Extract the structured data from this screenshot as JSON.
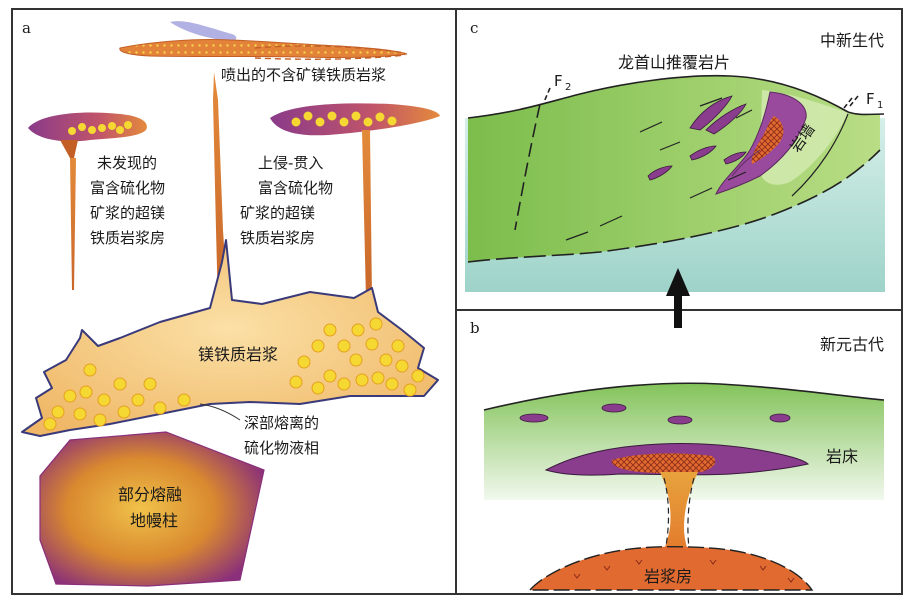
{
  "panel_a": {
    "letter": "a",
    "erupted_magma": "喷出的不含矿镁铁质岩浆",
    "undiscovered_chamber": [
      "未发现的",
      "富含硫化物",
      "矿浆的超镁",
      "铁质岩浆房"
    ],
    "intruded_chamber": [
      "上侵-贯入",
      "富含硫化物",
      "矿浆的超镁",
      "铁质岩浆房"
    ],
    "mafic_magma": "镁铁质岩浆",
    "sulfide_liquid": [
      "深部熔离的",
      "硫化物液相"
    ],
    "mantle_plume": [
      "部分熔融",
      "地幔柱"
    ]
  },
  "panel_b": {
    "letter": "b",
    "era": "新元古代",
    "sill": "岩床",
    "magma_chamber": "岩浆房"
  },
  "panel_c": {
    "letter": "c",
    "era": "中新生代",
    "thrust_sheet": "龙首山推覆岩片",
    "dike": "岩墙",
    "fault_f2": "F",
    "fault_f2_sub": "2",
    "fault_f1": "F",
    "fault_f1_sub": "1"
  },
  "colors": {
    "frame": "#333333",
    "mafic_magma": "#f3c37a",
    "sulfide_bead": "#f5d832",
    "orange_magma": "#e9843a",
    "purple_sill": "#8a3a8c",
    "green_crust": "#8fc55a",
    "teal_bg": "#bfe4dc"
  }
}
